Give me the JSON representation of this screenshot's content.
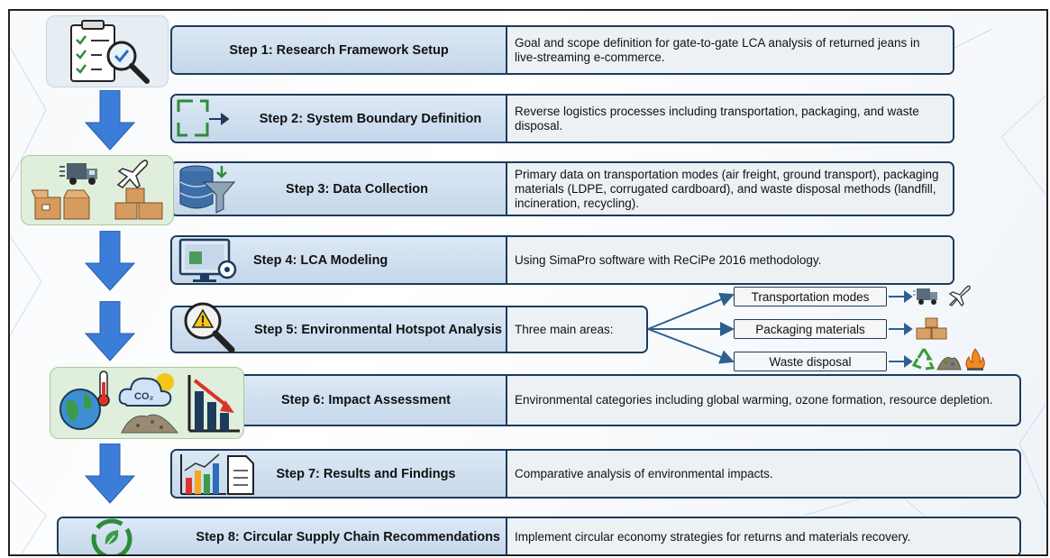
{
  "steps": [
    {
      "label": "Step 1: Research Framework Setup",
      "desc": "Goal and scope definition for gate-to-gate LCA analysis of returned jeans in live-streaming e-commerce."
    },
    {
      "label": "Step 2: System Boundary Definition",
      "desc": "Reverse logistics processes including transportation, packaging, and waste disposal."
    },
    {
      "label": "Step 3: Data Collection",
      "desc": "Primary data on transportation modes (air freight, ground transport), packaging materials (LDPE, corrugated cardboard), and waste disposal methods (landfill, incineration, recycling)."
    },
    {
      "label": "Step 4: LCA Modeling",
      "desc": "Using SimaPro software with ReCiPe 2016 methodology."
    },
    {
      "label": "Step 5: Environmental Hotspot Analysis",
      "desc": "Three main areas:"
    },
    {
      "label": "Step 6: Impact Assessment",
      "desc": "Environmental categories including global warming, ozone formation, resource depletion."
    },
    {
      "label": "Step 7: Results and Findings",
      "desc": "Comparative analysis of environmental impacts."
    },
    {
      "label": "Step 8: Circular Supply Chain Recommendations",
      "desc": "Implement circular economy strategies for returns and materials recovery."
    }
  ],
  "areas": [
    "Transportation modes",
    "Packaging materials",
    "Waste disposal"
  ],
  "icon_text": {
    "co2": "CO₂"
  },
  "colors": {
    "step_fill": "#c9daec",
    "desc_fill": "#eef1f4",
    "border": "#1d3b5c",
    "arrow": "#3b7dd8",
    "green_box": "#e0efdb"
  }
}
